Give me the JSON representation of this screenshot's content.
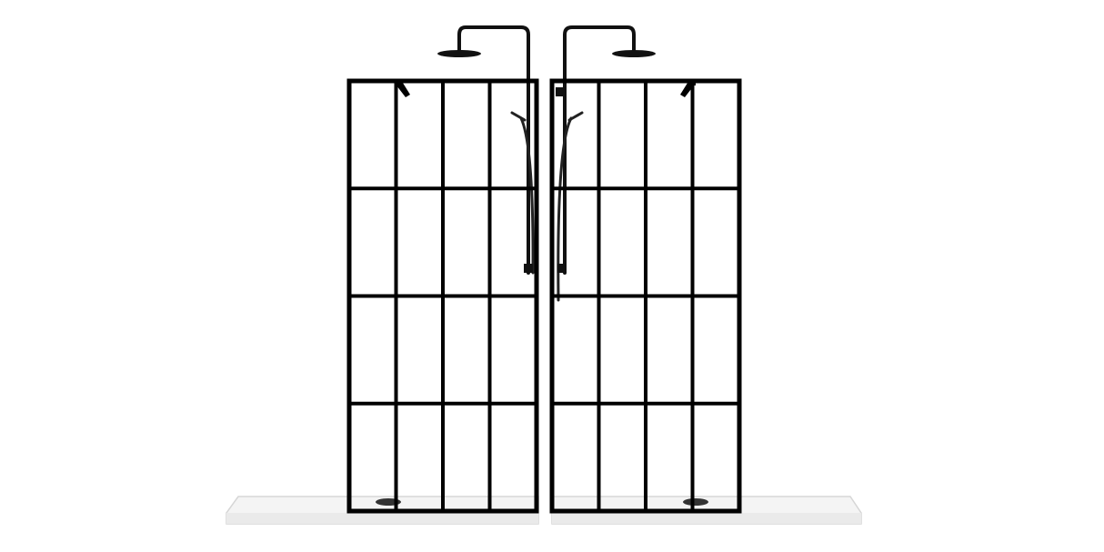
{
  "scene": {
    "subject": "two-glass-shower-screens",
    "colors": {
      "frame": "#000000",
      "background": "#ffffff",
      "tray": "#f2f2f2",
      "tray_edge": "#dcdcdc"
    },
    "icons": [
      "rain-shower-head-icon",
      "hand-shower-icon",
      "drain-icon",
      "glass-support-bracket-icon"
    ],
    "panels": [
      {
        "name": "left",
        "columns": 4,
        "rows": 4
      },
      {
        "name": "right",
        "columns": 4,
        "rows": 4
      }
    ]
  }
}
